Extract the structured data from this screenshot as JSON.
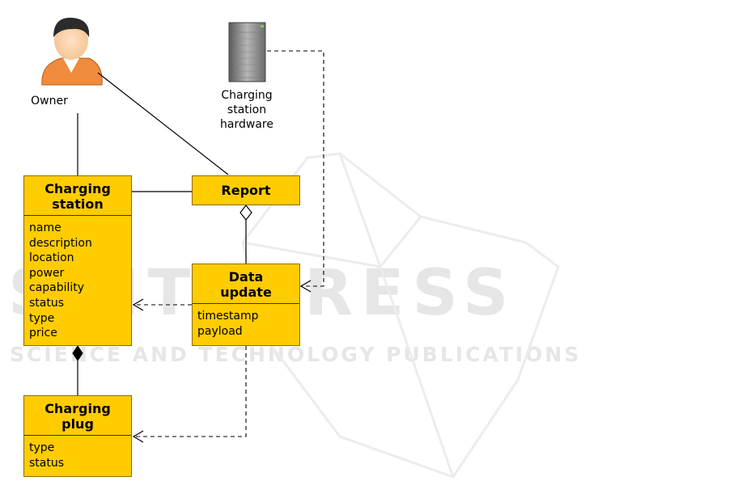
{
  "watermark": {
    "line1": "SCITEPRESS",
    "line2": "SCIENCE AND TECHNOLOGY PUBLICATIONS"
  },
  "actors": {
    "owner": {
      "label": "Owner",
      "icon": "person-icon"
    },
    "hardware": {
      "label_lines": [
        "Charging",
        "station",
        "hardware"
      ],
      "icon": "server-icon"
    }
  },
  "classes": {
    "charging_station": {
      "title_lines": [
        "Charging",
        "station"
      ],
      "attributes": [
        "name",
        "description",
        "location",
        "power",
        "capability",
        "status",
        "type",
        "price"
      ]
    },
    "report": {
      "title_lines": [
        "Report"
      ],
      "attributes": []
    },
    "data_update": {
      "title_lines": [
        "Data",
        "update"
      ],
      "attributes": [
        "timestamp",
        "payload"
      ]
    },
    "charging_plug": {
      "title_lines": [
        "Charging",
        "plug"
      ],
      "attributes": [
        "type",
        "status"
      ]
    }
  },
  "colors": {
    "class_fill": "#ffcc00",
    "line": "#000000",
    "watermark": "#e6e6e6"
  }
}
